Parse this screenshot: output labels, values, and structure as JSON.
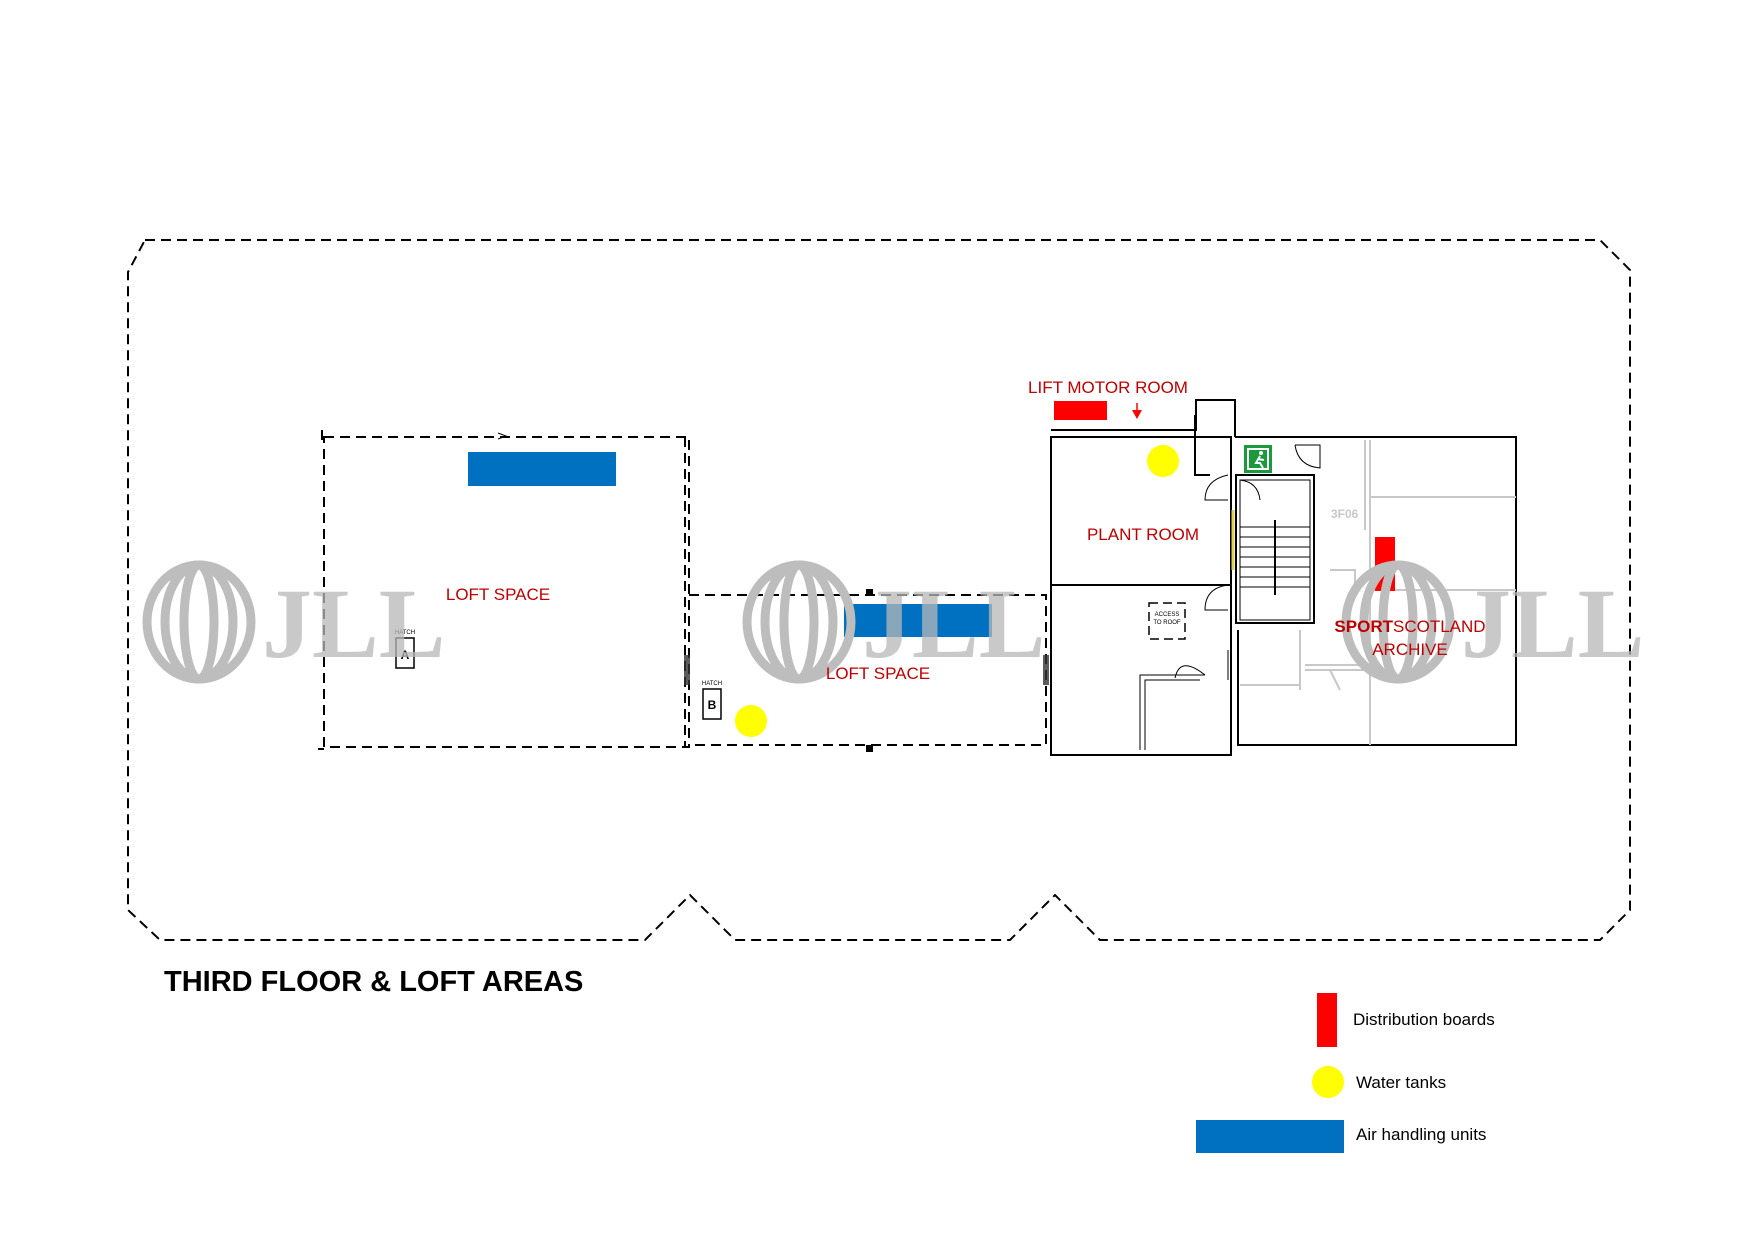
{
  "title": "THIRD FLOOR & LOFT AREAS",
  "rooms": {
    "loft_space_left": "LOFT SPACE",
    "loft_space_middle": "LOFT SPACE",
    "lift_motor_room": "LIFT MOTOR ROOM",
    "plant_room": "PLANT ROOM",
    "archive_line1_bold": "SPORT",
    "archive_line1_rest": "SCOTLAND",
    "archive_line2": "ARCHIVE",
    "room_code": "3F06",
    "access_line1": "ACCESS",
    "access_line2": "TO ROOF"
  },
  "hatches": [
    {
      "caption": "HATCH",
      "letter": "A"
    },
    {
      "caption": "HATCH",
      "letter": "B"
    }
  ],
  "watermark": {
    "text": "JLL"
  },
  "legend": [
    {
      "label": "Distribution boards",
      "color": "#ff0000",
      "symbol": "bar"
    },
    {
      "label": "Water tanks",
      "color": "#ffff00",
      "symbol": "circle"
    },
    {
      "label": "Air handling units",
      "color": "#0070c0",
      "symbol": "rect"
    }
  ],
  "colors": {
    "distribution_board": "#ff0000",
    "water_tank": "#ffff00",
    "air_handling_unit": "#0070c0",
    "room_label": "#c00000",
    "exit_sign": "#1a9a3c"
  }
}
